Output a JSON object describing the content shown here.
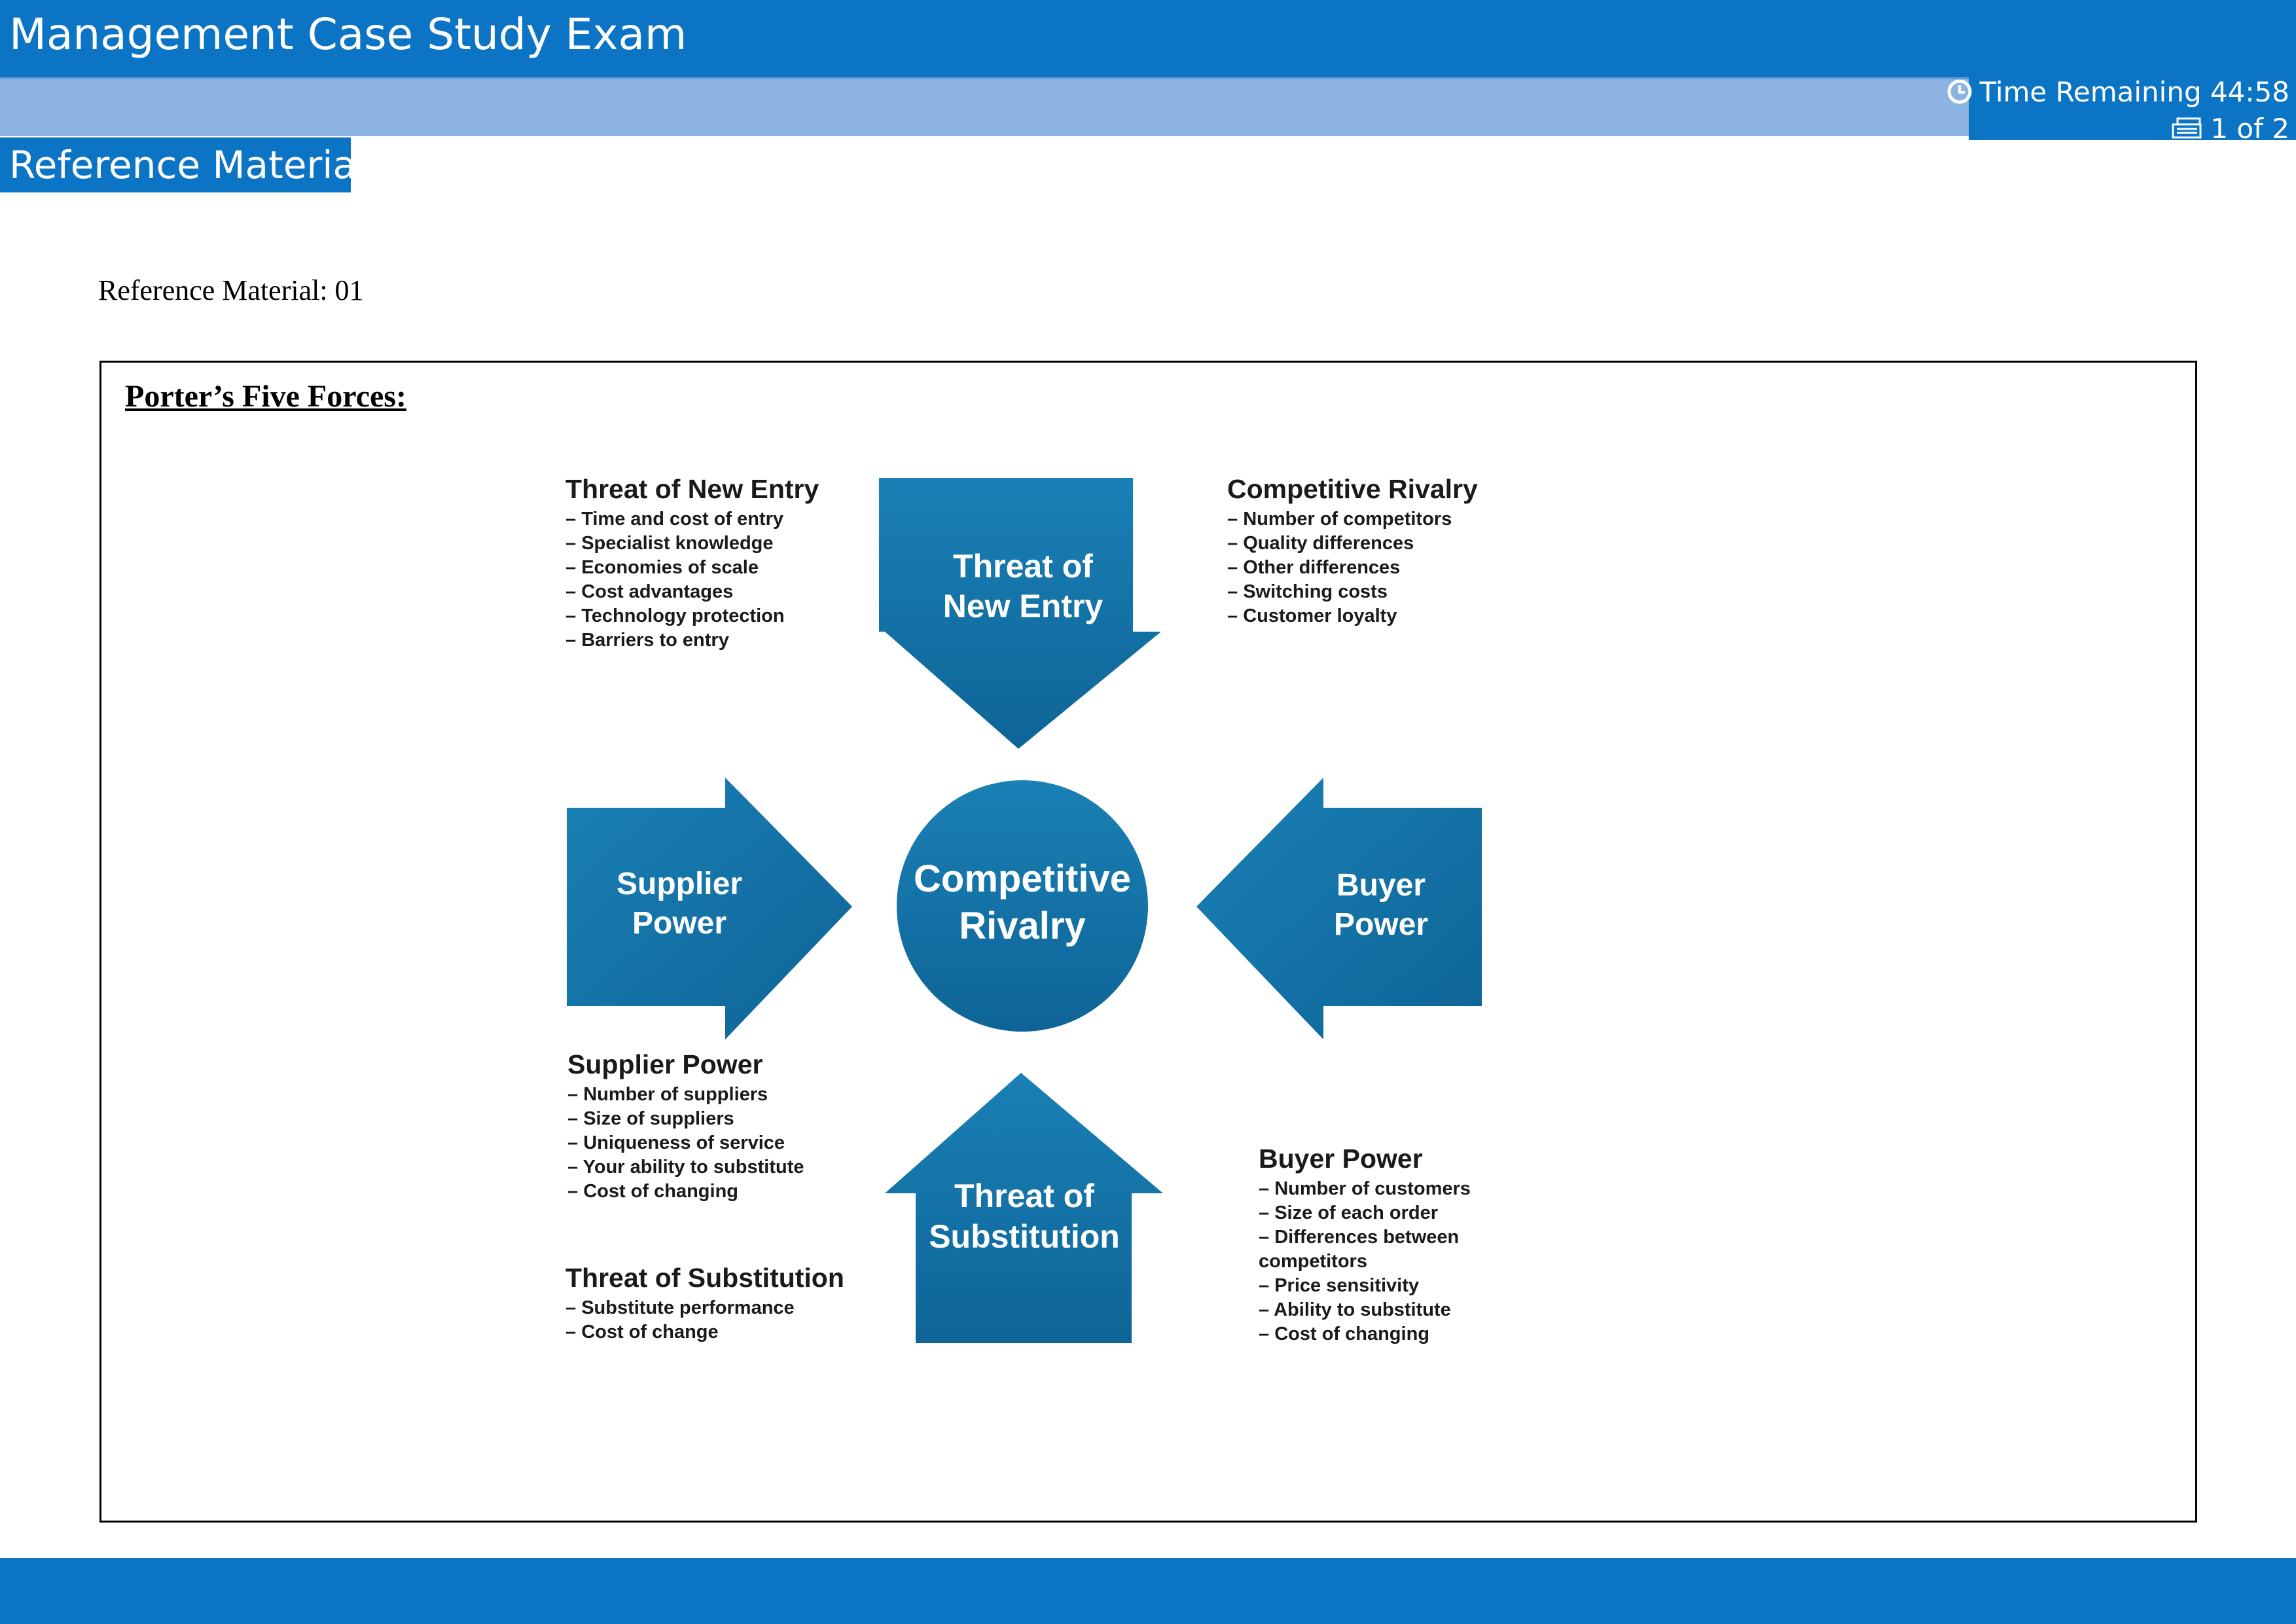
{
  "header": {
    "title": "Management Case Study Exam",
    "time_label": "Time Remaining 44:58",
    "page_indicator": "1 of 2"
  },
  "section_tab": "Reference Material",
  "reference_label": "Reference Material: 01",
  "content": {
    "title": "Porter’s Five Forces:",
    "diagram": {
      "center": [
        "Competitive",
        "Rivalry"
      ],
      "arrow_top": [
        "Threat of",
        "New Entry"
      ],
      "arrow_left": [
        "Supplier",
        "Power"
      ],
      "arrow_right": [
        "Buyer",
        "Power"
      ],
      "arrow_bottom": [
        "Threat of",
        "Substitution"
      ],
      "colors": {
        "fill": "#1a80b5",
        "fill_dark": "#0e6497",
        "text": "#ffffff"
      }
    },
    "blocks": {
      "new_entry": {
        "title": "Threat of New Entry",
        "items": [
          "Time and cost of entry",
          "Specialist knowledge",
          "Economies of scale",
          "Cost advantages",
          "Technology protection",
          "Barriers to entry"
        ]
      },
      "rivalry": {
        "title": "Competitive Rivalry",
        "items": [
          "Number of competitors",
          "Quality differences",
          "Other differences",
          "Switching costs",
          "Customer loyalty"
        ]
      },
      "supplier": {
        "title": "Supplier Power",
        "items": [
          "Number of suppliers",
          "Size of suppliers",
          "Uniqueness of service",
          "Your ability to substitute",
          "Cost of changing"
        ]
      },
      "substitution": {
        "title": "Threat of Substitution",
        "items": [
          "Substitute performance",
          "Cost of change"
        ]
      },
      "buyer": {
        "title": "Buyer Power",
        "items": [
          "Number of customers",
          "Size of each order",
          "Differences between competitors",
          "Price sensitivity",
          "Ability to substitute",
          "Cost of changing"
        ]
      }
    }
  }
}
